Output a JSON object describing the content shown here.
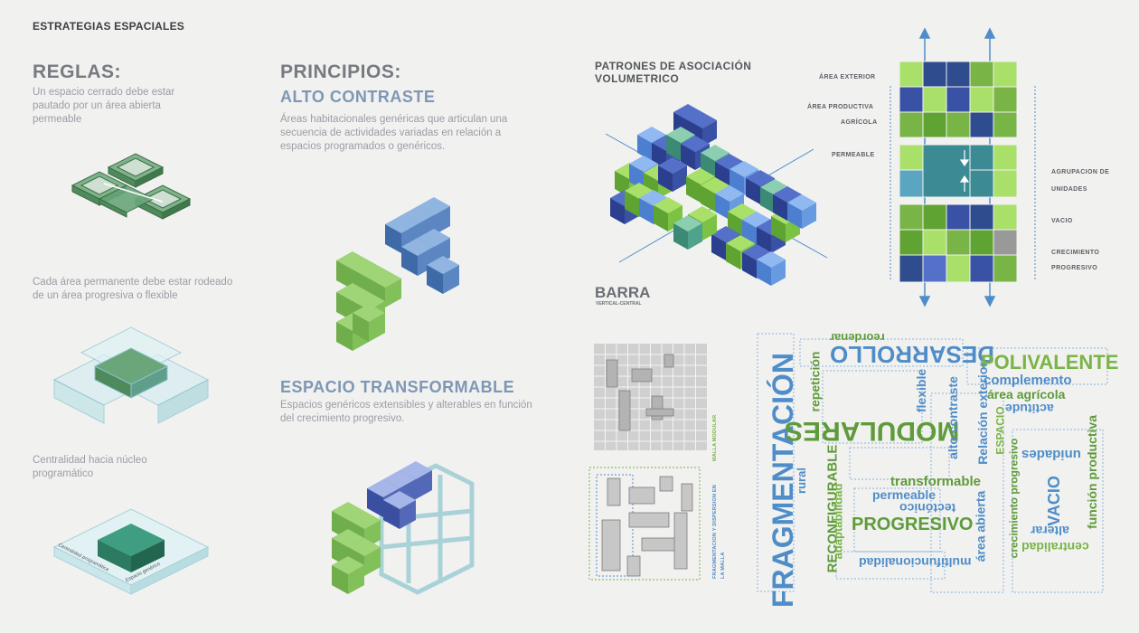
{
  "page_title": "ESTRATEGIAS ESPACIALES",
  "reglas": {
    "heading": "REGLAS:",
    "rule1": "Un espacio cerrado debe estar pautado por un área abierta permeable",
    "rule2": "Cada área permanente debe estar rodeado de un área progresiva o flexible",
    "rule3": "Centralidad hacia núcleo programático",
    "diagram_label_1": "Centralidad programática",
    "diagram_label_2": "Espacio genérico"
  },
  "principios": {
    "heading": "PRINCIPIOS:",
    "p1_title": "ALTO CONTRASTE",
    "p1_text": "Áreas habitacionales genéricas que articulan una secuencia de actividades variadas en relación a espacios programados o genéricos.",
    "p2_title": "ESPACIO TRANSFORMABLE",
    "p2_text": "Espacios genéricos extensibles y alterables en función del crecimiento progresivo."
  },
  "patrones": {
    "heading": "PATRONES DE ASOCIACIÓN VOLUMETRICO",
    "barra_title": "BARRA",
    "barra_sub": "VERTICAL-CENTRAL"
  },
  "plan_labels": {
    "left": [
      "ÁREA EXTERIOR",
      "ÁREA PRODUCTIVA",
      "AGRÍCOLA",
      "PERMEABLE"
    ],
    "right": [
      "AGRUPACION DE",
      "UNIDADES",
      "VACIO",
      "CRECIMIENTO",
      "PROGRESIVO"
    ]
  },
  "grid_labels": {
    "malla": "MALLA MODULAR",
    "fragmentacion_1": "FRAGMENTACION Y DISPERSION EN",
    "fragmentacion_2": "LA MALLA"
  },
  "word_cloud": {
    "fragmentacion": "FRAGMENTACIÓN",
    "desarrollo": "DESARROLLO",
    "reordenar": "reordenar",
    "polivalente": "POLIVALENTE",
    "complemento": "complemento",
    "area_agricola": "área agrícola",
    "actitude": "actitude",
    "modulares": "MODULARES",
    "repeticion": "repetición",
    "flexible": "flexible",
    "alto_contraste": "alto contraste",
    "relacion_exterior": "Relación exterior",
    "espacio": "ESPACIO",
    "rural": "rural",
    "reconfigurable": "RECONFIGURABLE",
    "adaptabilidad": "adaptabilidad",
    "transformable": "transformable",
    "permeable": "permeable",
    "tectonico": "tectónico",
    "progresivo": "PROGRESIVO",
    "multifuncionalidad": "multifuncionalidad",
    "area_abierta": "área abierta",
    "crecimiento_progresivo": "crecimiento progresivo",
    "unidades": "unidades",
    "vacio": "VACIO",
    "funcion_productiva": "función productiva",
    "alterar": "alterar",
    "centralidad": "centralidad"
  },
  "colors": {
    "blue_dark": "#2f4c8f",
    "blue": "#4f8dc8",
    "green": "#79b447",
    "green_light": "#a9d96b"
  }
}
